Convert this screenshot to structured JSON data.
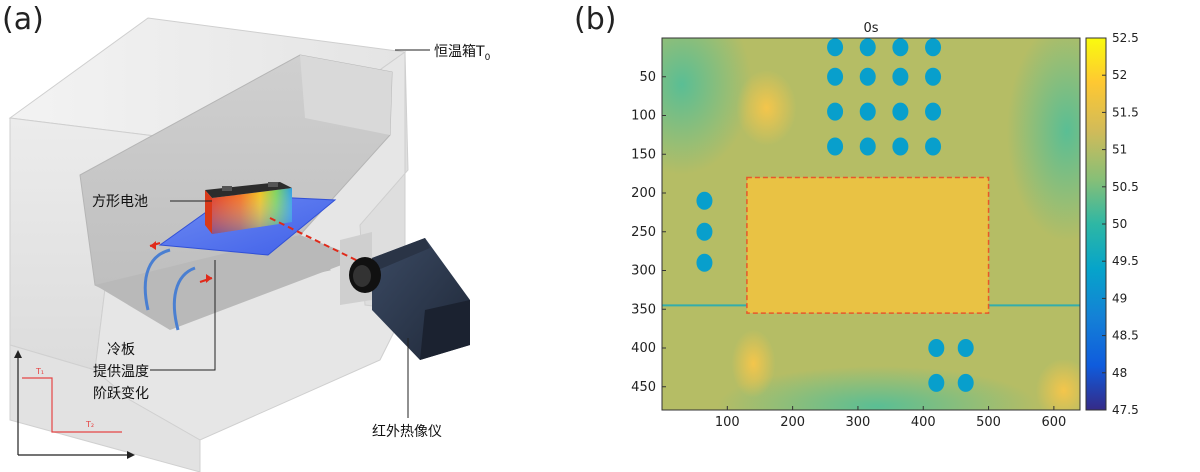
{
  "panel_a": {
    "letter": "(a)",
    "label_chamber": "恒温箱T",
    "label_chamber_sub": "0",
    "label_battery": "方形电池",
    "label_plate_1": "冷板",
    "label_plate_2": "提供温度",
    "label_plate_3": "阶跃变化",
    "label_camera": "红外热像仪",
    "step_t1": "T₁",
    "step_t2": "T₂"
  },
  "panel_b": {
    "letter": "(b)",
    "chart_data": {
      "type": "heatmap",
      "title": "0s",
      "xlabel": "",
      "ylabel": "",
      "xlim": [
        0,
        640
      ],
      "ylim": [
        0,
        480
      ],
      "y_reversed": true,
      "xticks": [
        100,
        200,
        300,
        400,
        500,
        600
      ],
      "yticks": [
        50,
        100,
        150,
        200,
        250,
        300,
        350,
        400,
        450
      ],
      "colorbar": {
        "min": 47.5,
        "max": 52.5,
        "ticks": [
          52.5,
          52,
          51.5,
          51,
          50.5,
          50,
          49.5,
          49,
          48.5,
          48,
          47.5
        ]
      },
      "annotation_region": {
        "x0": 130,
        "y0": 180,
        "x1": 500,
        "y1": 355,
        "style": "dashed",
        "color": "#e8572a"
      },
      "background_value": 51.0,
      "region_value": 51.6,
      "cold_spots": [
        [
          265,
          12
        ],
        [
          315,
          12
        ],
        [
          365,
          12
        ],
        [
          415,
          12
        ],
        [
          265,
          50
        ],
        [
          315,
          50
        ],
        [
          365,
          50
        ],
        [
          415,
          50
        ],
        [
          265,
          95
        ],
        [
          315,
          95
        ],
        [
          365,
          95
        ],
        [
          415,
          95
        ],
        [
          265,
          140
        ],
        [
          315,
          140
        ],
        [
          365,
          140
        ],
        [
          415,
          140
        ],
        [
          65,
          210
        ],
        [
          65,
          250
        ],
        [
          65,
          290
        ],
        [
          420,
          400
        ],
        [
          465,
          400
        ],
        [
          420,
          445
        ],
        [
          465,
          445
        ]
      ],
      "cold_spot_value": 49.3
    }
  }
}
